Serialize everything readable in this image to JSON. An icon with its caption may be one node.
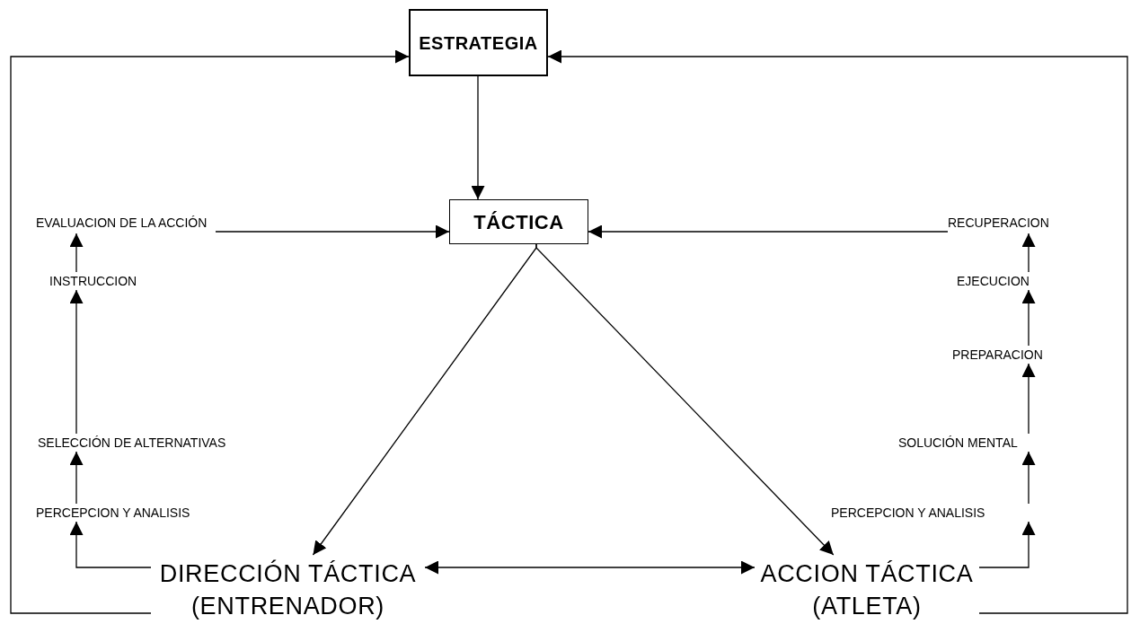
{
  "diagram": {
    "nodes": [
      {
        "text": [
          "ESTRATEGIA"
        ]
      },
      {
        "text": [
          "TÁCTICA"
        ]
      },
      {
        "text": [
          "EVALUACION DE LA ACCIÓN"
        ]
      },
      {
        "text": [
          "INSTRUCCION"
        ]
      },
      {
        "text": [
          "SELECCIÓN DE ALTERNATIVAS"
        ]
      },
      {
        "text": [
          "PERCEPCION Y ANALISIS"
        ]
      },
      {
        "text": [
          "DIRECCIÓN TÁCTICA (ENTRENADOR)"
        ]
      },
      {
        "text": [
          "ACCION TÁCTICA (ATLETA)"
        ]
      },
      {
        "text": [
          "PERCEPCION Y ANALISIS"
        ]
      },
      {
        "text": [
          "SOLUCIÓN MENTAL"
        ]
      },
      {
        "text": [
          "PREPARACION"
        ]
      },
      {
        "text": [
          "EJECUCION"
        ]
      },
      {
        "text": [
          "RECUPERACION"
        ]
      }
    ],
    "edges": [
      {
        "from": 0,
        "to": 1,
        "arrow": "to"
      },
      {
        "from": 2,
        "to": 1,
        "arrow": "to"
      },
      {
        "from": 12,
        "to": 1,
        "arrow": "to"
      },
      {
        "from": 1,
        "to": 6,
        "arrow": "to"
      },
      {
        "from": 1,
        "to": 7,
        "arrow": "to"
      },
      {
        "from": 6,
        "to": 7,
        "arrow": "both"
      },
      {
        "from": 6,
        "to": 5,
        "arrow": "to"
      },
      {
        "from": 5,
        "to": 4,
        "arrow": "to"
      },
      {
        "from": 4,
        "to": 3,
        "arrow": "to"
      },
      {
        "from": 3,
        "to": 2,
        "arrow": "to"
      },
      {
        "from": 7,
        "to": 8,
        "arrow": "to"
      },
      {
        "from": 8,
        "to": 9,
        "arrow": "to"
      },
      {
        "from": 9,
        "to": 10,
        "arrow": "to"
      },
      {
        "from": 10,
        "to": 11,
        "arrow": "to"
      },
      {
        "from": 11,
        "to": 12,
        "arrow": "to"
      },
      {
        "from": 6,
        "to": 0,
        "arrow": "to"
      },
      {
        "from": 7,
        "to": 0,
        "arrow": "to"
      }
    ]
  }
}
